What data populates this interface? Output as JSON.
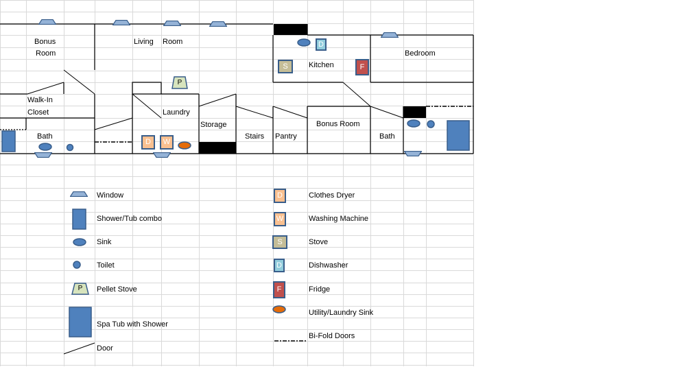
{
  "colors": {
    "fixture_blue": "#4F81BD",
    "fixture_border": "#385D8A",
    "dryer_washer": "#FAC090",
    "stove": "#C4BD97",
    "dishwasher": "#92CDDC",
    "fridge": "#C0504D",
    "pellet": "#D7E4BD",
    "utility_sink": "#E46C0A",
    "wall": "#000000",
    "grid": "#D9D9D9"
  },
  "rooms": {
    "bonus_room_left_1": "Bonus",
    "bonus_room_left_2": "Room",
    "living": "Living",
    "living_room": "Room",
    "kitchen": "Kitchen",
    "bedroom": "Bedroom",
    "walkin_1": "Walk-In",
    "walkin_2": "Closet",
    "laundry": "Laundry",
    "storage": "Storage",
    "stairs": "Stairs",
    "pantry": "Pantry",
    "bonus_room_right": "Bonus Room",
    "bath_left": "Bath",
    "bath_right": "Bath"
  },
  "fixture_letters": {
    "dishwasher": "D",
    "stove": "S",
    "fridge": "F",
    "pellet": "P",
    "dryer": "D",
    "washer": "W"
  },
  "legend": {
    "window": "Window",
    "shower": "Shower/Tub combo",
    "sink": "Sink",
    "toilet": "Toilet",
    "pellet": "Pellet Stove",
    "spa": "Spa Tub with Shower",
    "door": "Door",
    "dryer": "Clothes Dryer",
    "washer": "Washing Machine",
    "stove": "Stove",
    "dishwasher": "Dishwasher",
    "fridge": "Fridge",
    "utility_sink": "Utility/Laundry Sink",
    "bifold": "Bi-Fold Doors"
  }
}
